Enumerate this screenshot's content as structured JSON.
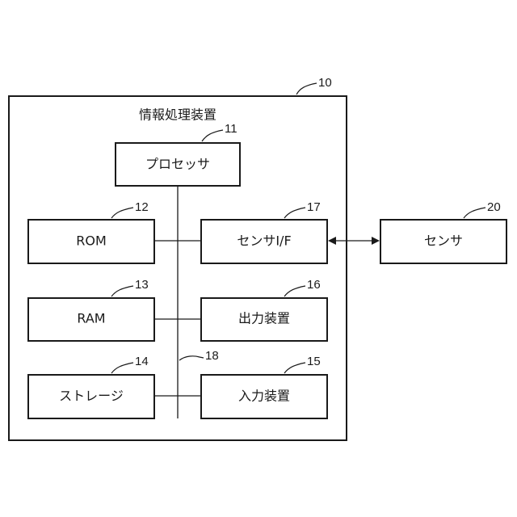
{
  "device": {
    "title": "情報処理装置",
    "ref": "10"
  },
  "components": {
    "processor": {
      "label": "プロセッサ",
      "ref": "11"
    },
    "rom": {
      "label": "ROM",
      "ref": "12"
    },
    "ram": {
      "label": "RAM",
      "ref": "13"
    },
    "storage": {
      "label": "ストレージ",
      "ref": "14"
    },
    "input_device": {
      "label": "入力装置",
      "ref": "15"
    },
    "output_device": {
      "label": "出力装置",
      "ref": "16"
    },
    "sensor_if": {
      "label": "センサI/F",
      "ref": "17"
    }
  },
  "bus": {
    "ref": "18"
  },
  "external": {
    "sensor": {
      "label": "センサ",
      "ref": "20"
    }
  }
}
